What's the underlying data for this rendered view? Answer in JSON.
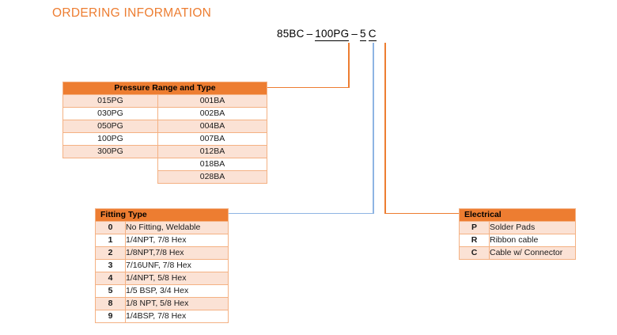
{
  "page": {
    "title": "ORDERING INFORMATION"
  },
  "part_number": {
    "prefix": "85BC",
    "dash1": "–",
    "pressure_code": "100PG",
    "dash2": "–",
    "fitting_code": "5",
    "electrical_code": "C"
  },
  "colors": {
    "header_orange": "#ED7D31",
    "row_alt_peach": "#FBE2D5",
    "border_orange": "#F4B183",
    "leader_orange": "#ED7D31",
    "leader_blue": "#8EB4E3",
    "title_orange": "#ED7D31"
  },
  "tables": {
    "pressure": {
      "header": "Pressure Range and Type",
      "rows": [
        {
          "pg": "015PG",
          "ba": "001BA"
        },
        {
          "pg": "030PG",
          "ba": "002BA"
        },
        {
          "pg": "050PG",
          "ba": "004BA"
        },
        {
          "pg": "100PG",
          "ba": "007BA"
        },
        {
          "pg": "300PG",
          "ba": "012BA"
        },
        {
          "pg": "",
          "ba": "018BA"
        },
        {
          "pg": "",
          "ba": "028BA"
        }
      ]
    },
    "fitting": {
      "header": "Fitting Type",
      "rows": [
        {
          "code": "0",
          "desc": "No Fitting, Weldable"
        },
        {
          "code": "1",
          "desc": "1/4NPT, 7/8 Hex"
        },
        {
          "code": "2",
          "desc": "1/8NPT,7/8 Hex"
        },
        {
          "code": "3",
          "desc": "7/16UNF, 7/8 Hex"
        },
        {
          "code": "4",
          "desc": "1/4NPT, 5/8 Hex"
        },
        {
          "code": "5",
          "desc": "1/5 BSP, 3/4 Hex"
        },
        {
          "code": "8",
          "desc": "1/8 NPT, 5/8 Hex"
        },
        {
          "code": "9",
          "desc": "1/4BSP, 7/8 Hex"
        }
      ]
    },
    "electrical": {
      "header": "Electrical",
      "rows": [
        {
          "code": "P",
          "desc": "Solder Pads"
        },
        {
          "code": "R",
          "desc": "Ribbon cable"
        },
        {
          "code": "C",
          "desc": "Cable w/ Connector"
        }
      ]
    }
  }
}
